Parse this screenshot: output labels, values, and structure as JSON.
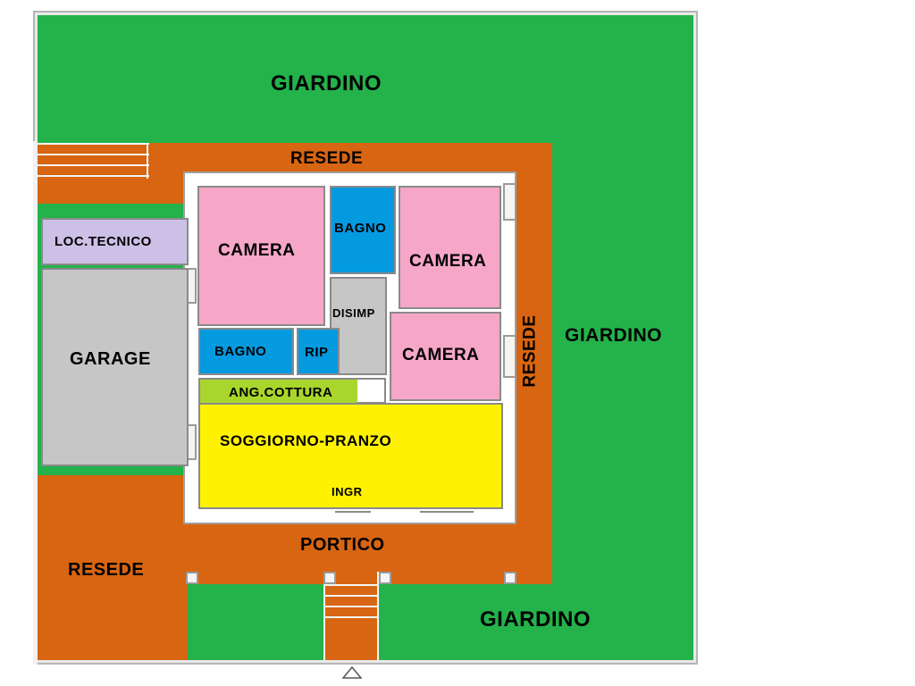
{
  "plan": {
    "labels": {
      "giardino_top": "GIARDINO",
      "giardino_right": "GIARDINO",
      "giardino_bottom": "GIARDINO",
      "resede_top": "RESEDE",
      "resede_right": "RESEDE",
      "resede_bottom_left": "RESEDE",
      "portico": "PORTICO",
      "loc_tecnico": "LOC.TECNICO",
      "garage": "GARAGE",
      "camera_1": "CAMERA",
      "bagno_1": "BAGNO",
      "camera_2": "CAMERA",
      "disimp": "DISIMP",
      "bagno_2": "BAGNO",
      "rip": "RIP",
      "camera_3": "CAMERA",
      "ang_cottura": "ANG.COTTURA",
      "soggiorno": "SOGGIORNO-PRANZO",
      "ingr": "INGR"
    },
    "colors": {
      "garden": "#24b24b",
      "resede": "#d86512",
      "camera": "#f6a6c7",
      "bagno": "#049ae0",
      "disimp": "#c6c6c6",
      "loc_tecnico": "#cdc0e6",
      "soggiorno": "#fff200",
      "ang_cottura": "#a9d62c"
    },
    "icons": {
      "entrance": "triangle-up-icon"
    }
  }
}
